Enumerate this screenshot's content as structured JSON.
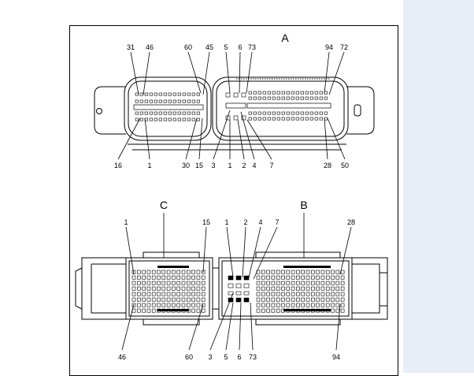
{
  "connectorA": {
    "letter": "A",
    "top": [
      "31",
      "46",
      "60",
      "45",
      "5",
      "6",
      "73",
      "94",
      "72"
    ],
    "bottom": [
      "16",
      "1",
      "30",
      "15",
      "3",
      "1",
      "2",
      "4",
      "7",
      "28",
      "50"
    ]
  },
  "connectorC": {
    "letter": "C",
    "top": [
      "1",
      "15"
    ],
    "bottom": [
      "46",
      "60"
    ]
  },
  "connectorB": {
    "letter": "B",
    "top": [
      "1",
      "2",
      "4",
      "7",
      "28"
    ],
    "bottom": [
      "3",
      "5",
      "6",
      "73",
      "94"
    ]
  }
}
